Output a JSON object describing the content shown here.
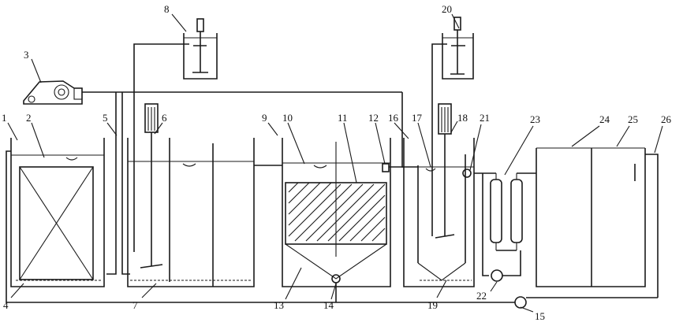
{
  "labels": {
    "l1": "1",
    "l2": "2",
    "l3": "3",
    "l4": "4",
    "l5": "5",
    "l6": "6",
    "l7": "7",
    "l8": "8",
    "l9": "9",
    "l10": "10",
    "l11": "11",
    "l12": "12",
    "l13": "13",
    "l14": "14",
    "l15": "15",
    "l16": "16",
    "l17": "17",
    "l18": "18",
    "l19": "19",
    "l20": "20",
    "l21": "21",
    "l22": "22",
    "l23": "23",
    "l24": "24",
    "l25": "25",
    "l26": "26"
  },
  "colors": {
    "line": "#1a1a1a",
    "background": "#ffffff"
  }
}
